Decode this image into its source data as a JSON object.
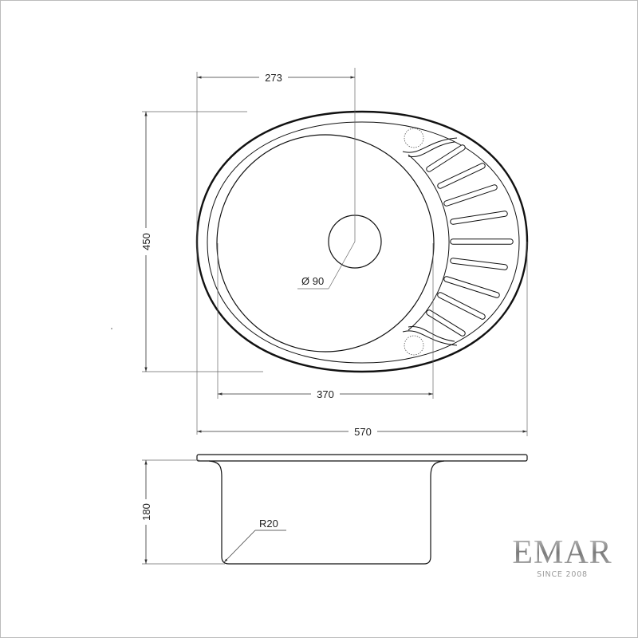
{
  "top_view": {
    "dim_offset": "273",
    "dim_depth": "450",
    "dim_bowl_diameter": "370",
    "dim_width": "570",
    "drain_label": "Ø 90"
  },
  "side_view": {
    "dim_height": "180",
    "radius_label": "R20"
  },
  "logo": {
    "name": "EMAR",
    "tagline": "SINCE 2008"
  },
  "colors": {
    "line": "#111111",
    "dimension_line": "#555555",
    "logo_gray": "#8a8a8a"
  }
}
